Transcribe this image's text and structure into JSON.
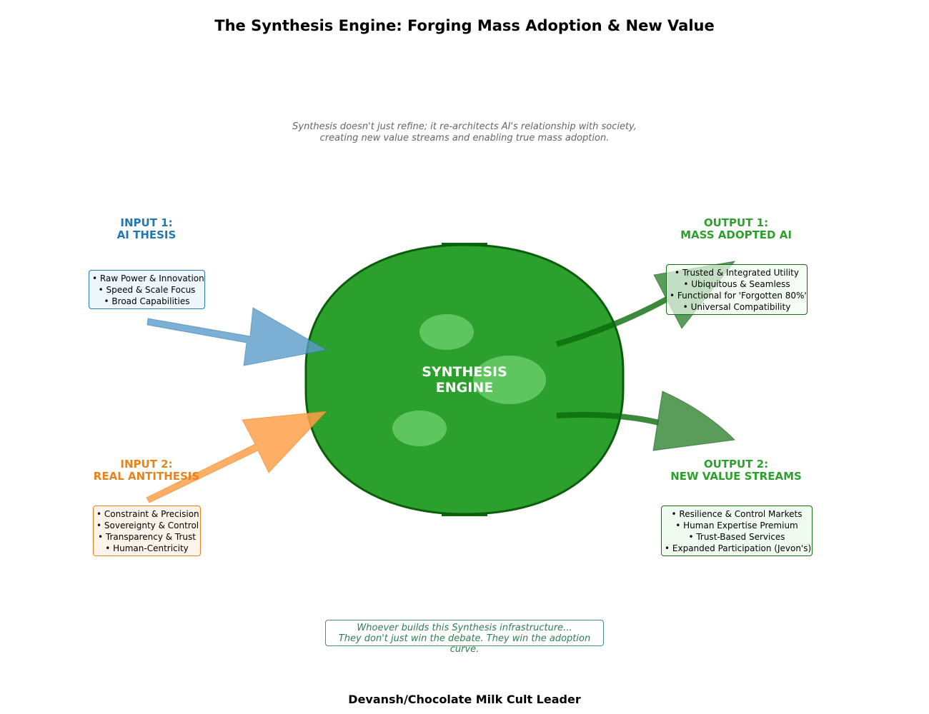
{
  "title": "The Synthesis Engine: Forging Mass Adoption & New Value",
  "subtitle": {
    "line1": "Synthesis doesn't just refine; it re-architects AI's relationship with society,",
    "line2": "creating new value streams and enabling true mass adoption."
  },
  "engine": {
    "line1": "SYNTHESIS",
    "line2": "ENGINE"
  },
  "input1": {
    "heading_line1": "INPUT 1:",
    "heading_line2": "AI THESIS",
    "items": [
      "• Raw Power & Innovation",
      "• Speed & Scale Focus",
      "• Broad Capabilities"
    ]
  },
  "input2": {
    "heading_line1": "INPUT 2:",
    "heading_line2": "REAL ANTITHESIS",
    "items": [
      "• Constraint & Precision",
      "• Sovereignty & Control",
      "• Transparency & Trust",
      "• Human-Centricity"
    ]
  },
  "output1": {
    "heading_line1": "OUTPUT 1:",
    "heading_line2": "MASS ADOPTED AI",
    "items": [
      "• Trusted & Integrated Utility",
      "• Ubiquitous & Seamless",
      "• Functional for 'Forgotten 80%'",
      "• Universal Compatibility"
    ]
  },
  "output2": {
    "heading_line1": "OUTPUT 2:",
    "heading_line2": "NEW VALUE STREAMS",
    "items": [
      "• Resilience & Control Markets",
      "• Human Expertise Premium",
      "• Trust-Based Services",
      "• Expanded Participation (Jevon's)"
    ]
  },
  "quote": {
    "line1": "Whoever builds this Synthesis infrastructure...",
    "line2": "They don't just win the debate. They win the adoption curve."
  },
  "footer": "Devansh/Chocolate Milk Cult Leader",
  "colors": {
    "engine_fill": "#2ca02c",
    "engine_stroke": "#0b5d0b",
    "input1_arrow": "#5b9bc9",
    "input2_arrow": "#ffa04a",
    "output_arrow": "#3d8b3d"
  }
}
